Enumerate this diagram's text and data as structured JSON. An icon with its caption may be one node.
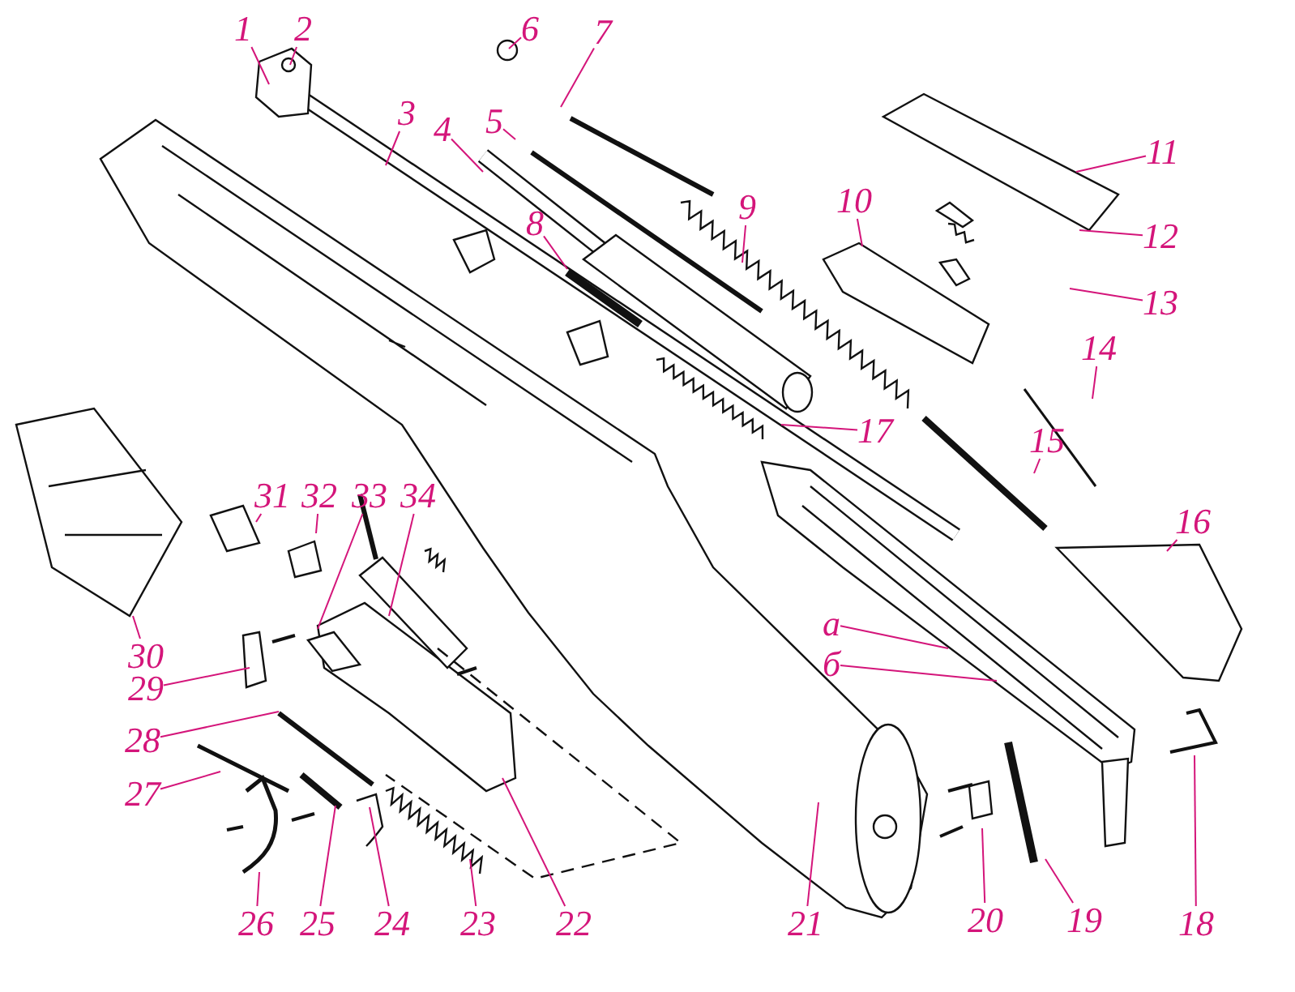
{
  "diagram": {
    "nodes": [
      {
        "text": [
          "1"
        ]
      },
      {
        "text": [
          "2"
        ]
      },
      {
        "text": [
          "3"
        ]
      },
      {
        "text": [
          "4"
        ]
      },
      {
        "text": [
          "5"
        ]
      },
      {
        "text": [
          "6"
        ]
      },
      {
        "text": [
          "7"
        ]
      },
      {
        "text": [
          "8"
        ]
      },
      {
        "text": [
          "9"
        ]
      },
      {
        "text": [
          "10"
        ]
      },
      {
        "text": [
          "11"
        ]
      },
      {
        "text": [
          "12"
        ]
      },
      {
        "text": [
          "13"
        ]
      },
      {
        "text": [
          "14"
        ]
      },
      {
        "text": [
          "15"
        ]
      },
      {
        "text": [
          "16"
        ]
      },
      {
        "text": [
          "17"
        ]
      },
      {
        "text": [
          "18"
        ]
      },
      {
        "text": [
          "19"
        ]
      },
      {
        "text": [
          "20"
        ]
      },
      {
        "text": [
          "21"
        ]
      },
      {
        "text": [
          "22"
        ]
      },
      {
        "text": [
          "23"
        ]
      },
      {
        "text": [
          "24"
        ]
      },
      {
        "text": [
          "25"
        ]
      },
      {
        "text": [
          "26"
        ]
      },
      {
        "text": [
          "27"
        ]
      },
      {
        "text": [
          "28"
        ]
      },
      {
        "text": [
          "29"
        ]
      },
      {
        "text": [
          "30"
        ]
      },
      {
        "text": [
          "31"
        ]
      },
      {
        "text": [
          "32"
        ]
      },
      {
        "text": [
          "33"
        ]
      },
      {
        "text": [
          "34"
        ]
      },
      {
        "text": [
          "а"
        ]
      },
      {
        "text": [
          "б"
        ]
      }
    ],
    "edges": [
      {
        "from": 0,
        "to": null,
        "arrow": "none"
      },
      {
        "from": 1,
        "to": null,
        "arrow": "none"
      },
      {
        "from": 2,
        "to": null,
        "arrow": "none"
      },
      {
        "from": 3,
        "to": null,
        "arrow": "none"
      },
      {
        "from": 4,
        "to": null,
        "arrow": "none"
      },
      {
        "from": 5,
        "to": null,
        "arrow": "none"
      },
      {
        "from": 6,
        "to": null,
        "arrow": "none"
      },
      {
        "from": 7,
        "to": null,
        "arrow": "none"
      },
      {
        "from": 8,
        "to": null,
        "arrow": "none"
      },
      {
        "from": 9,
        "to": null,
        "arrow": "none"
      },
      {
        "from": 10,
        "to": null,
        "arrow": "none"
      },
      {
        "from": 11,
        "to": null,
        "arrow": "none"
      },
      {
        "from": 12,
        "to": null,
        "arrow": "none"
      },
      {
        "from": 13,
        "to": null,
        "arrow": "none"
      },
      {
        "from": 14,
        "to": null,
        "arrow": "none"
      },
      {
        "from": 15,
        "to": null,
        "arrow": "none"
      },
      {
        "from": 16,
        "to": null,
        "arrow": "none"
      },
      {
        "from": 17,
        "to": null,
        "arrow": "none"
      },
      {
        "from": 18,
        "to": null,
        "arrow": "none"
      },
      {
        "from": 19,
        "to": null,
        "arrow": "none"
      },
      {
        "from": 20,
        "to": null,
        "arrow": "none"
      },
      {
        "from": 21,
        "to": null,
        "arrow": "none"
      },
      {
        "from": 22,
        "to": null,
        "arrow": "none"
      },
      {
        "from": 23,
        "to": null,
        "arrow": "none"
      },
      {
        "from": 24,
        "to": null,
        "arrow": "none"
      },
      {
        "from": 25,
        "to": null,
        "arrow": "none"
      },
      {
        "from": 26,
        "to": null,
        "arrow": "none"
      },
      {
        "from": 27,
        "to": null,
        "arrow": "none"
      },
      {
        "from": 28,
        "to": null,
        "arrow": "none"
      },
      {
        "from": 29,
        "to": null,
        "arrow": "none"
      },
      {
        "from": 30,
        "to": null,
        "arrow": "none"
      },
      {
        "from": 31,
        "to": null,
        "arrow": "none"
      },
      {
        "from": 32,
        "to": null,
        "arrow": "none"
      },
      {
        "from": 33,
        "to": null,
        "arrow": "none"
      },
      {
        "from": 34,
        "to": null,
        "arrow": "none"
      },
      {
        "from": 35,
        "to": null,
        "arrow": "none"
      }
    ]
  }
}
